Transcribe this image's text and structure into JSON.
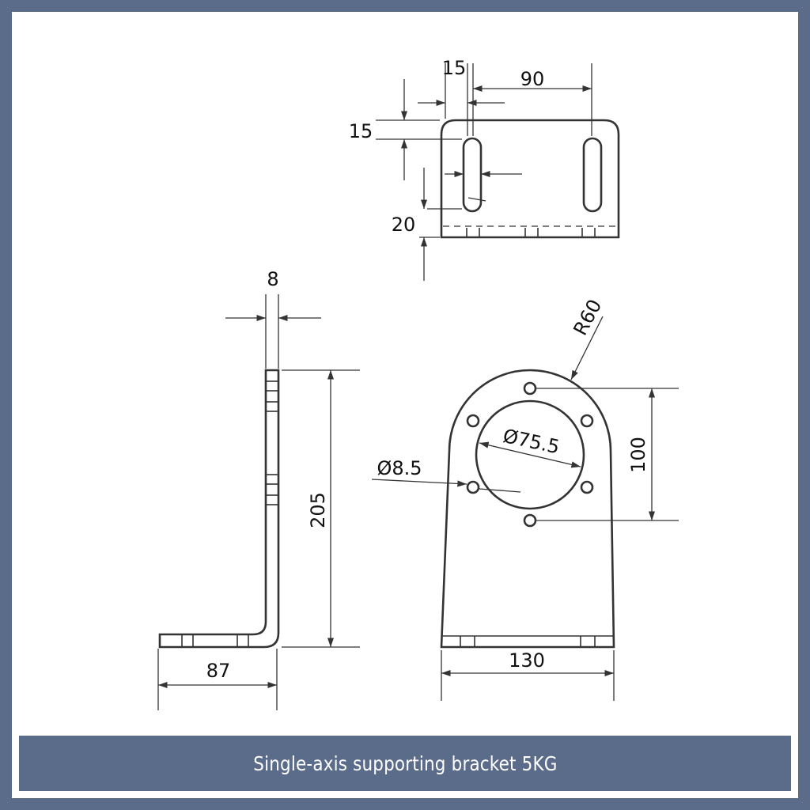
{
  "caption": "Single-axis supporting bracket 5KG",
  "dimensions": {
    "top_slot_offset": "15",
    "top_width": "90",
    "top_edge": "15",
    "top_height": "20",
    "thickness": "8",
    "height": "205",
    "foot": "87",
    "radius": "R60",
    "bore": "Ø75.5",
    "hole": "Ø8.5",
    "hole_spacing": "100",
    "width": "130"
  },
  "colors": {
    "frame": "#5b6b8a",
    "background": "#ffffff",
    "line": "#333333"
  }
}
